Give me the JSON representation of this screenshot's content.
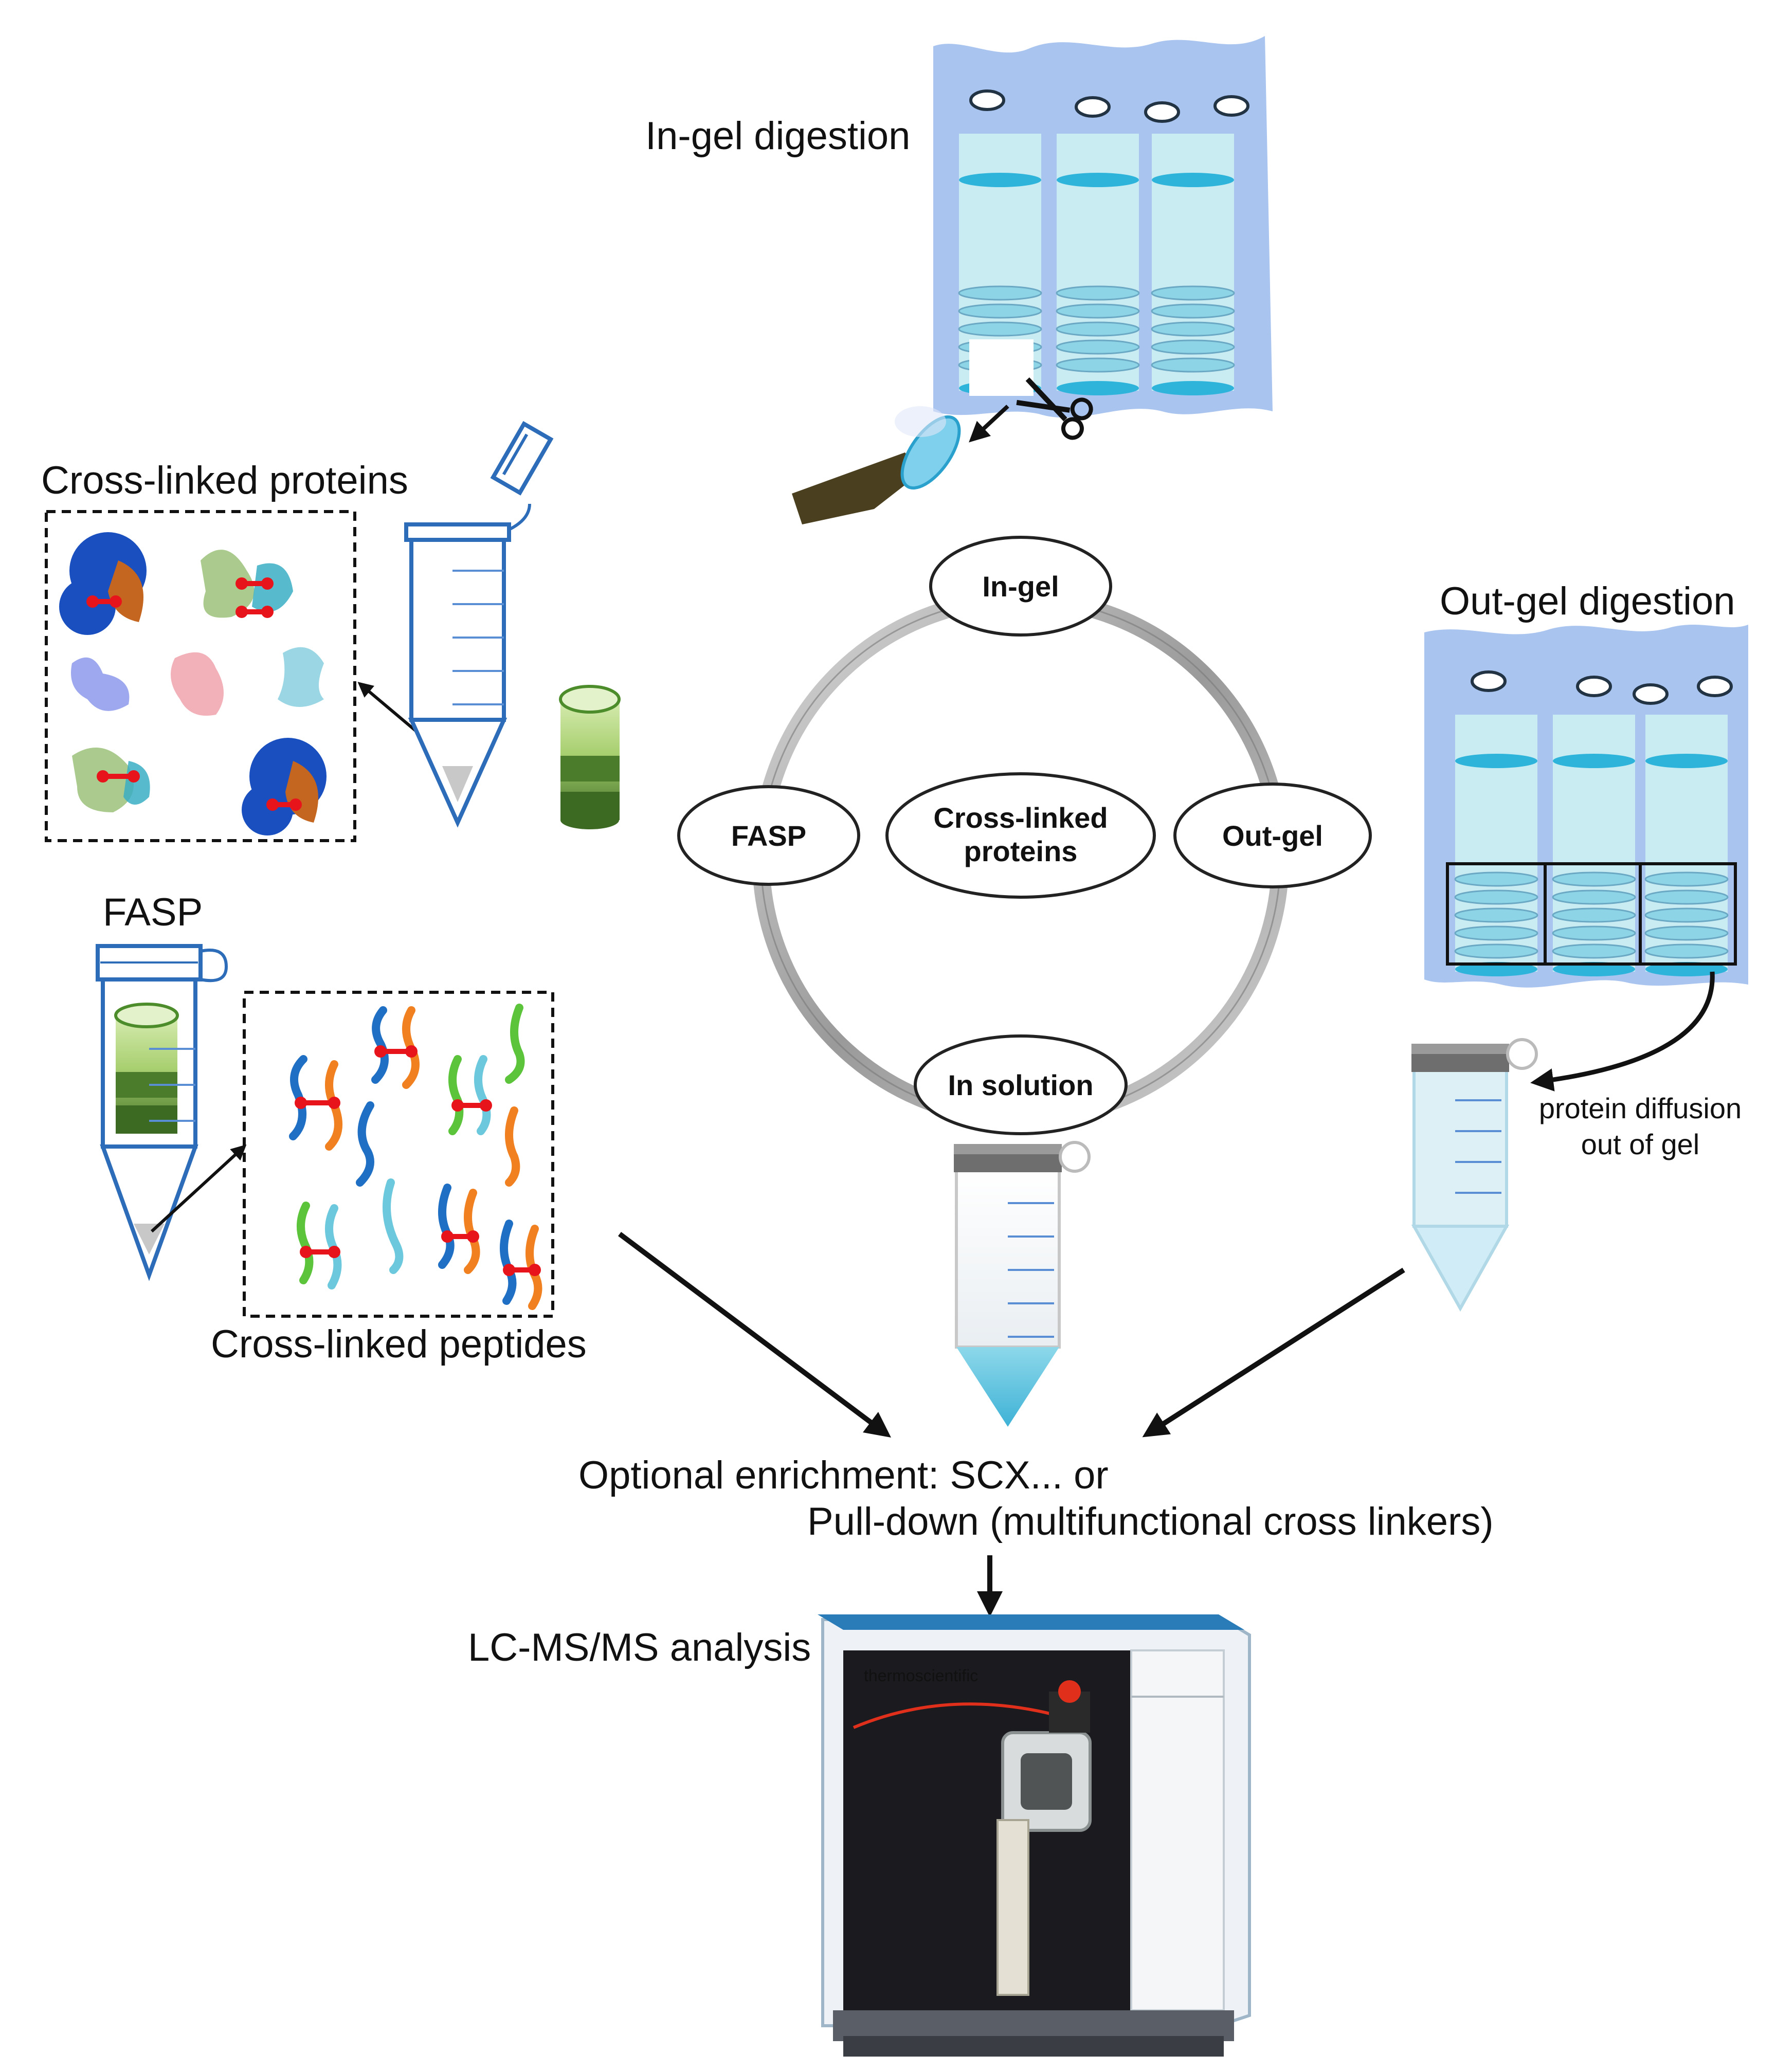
{
  "labels": {
    "in_gel_digestion": "In-gel digestion",
    "cross_linked_proteins": "Cross-linked proteins",
    "out_gel_digestion": "Out-gel digestion",
    "fasp": "FASP",
    "cross_linked_peptides": "Cross-linked peptides",
    "protein_diffusion_line1": "protein diffusion",
    "protein_diffusion_line2": "out of gel",
    "optional_enrichment_line1": "Optional enrichment: SCX... or",
    "optional_enrichment_line2": "Pull-down (multifunctional cross linkers)",
    "lc_ms_analysis": "LC-MS/MS analysis",
    "instrument_brand": "thermoscientific"
  },
  "cycle": {
    "top": "In-gel",
    "left": "FASP",
    "center_line1": "Cross-linked",
    "center_line2": "proteins",
    "right": "Out-gel",
    "bottom": "In solution"
  },
  "colors": {
    "gel": "#a9c4ef",
    "band": "#2eb4da",
    "light_band": "#8cd4e6",
    "lane": "#c9ecf3",
    "tube_outline": "#2c6cb8",
    "ring": "#9a9a9a",
    "crosslink": "#e8141b",
    "peptide_blue": "#1f6fc4",
    "peptide_orange": "#f08020",
    "peptide_green": "#5cc43a",
    "peptide_cyan": "#6cc8dc",
    "instrument_frame": "#eef2f6",
    "instrument_dark": "#1a1a1f"
  }
}
